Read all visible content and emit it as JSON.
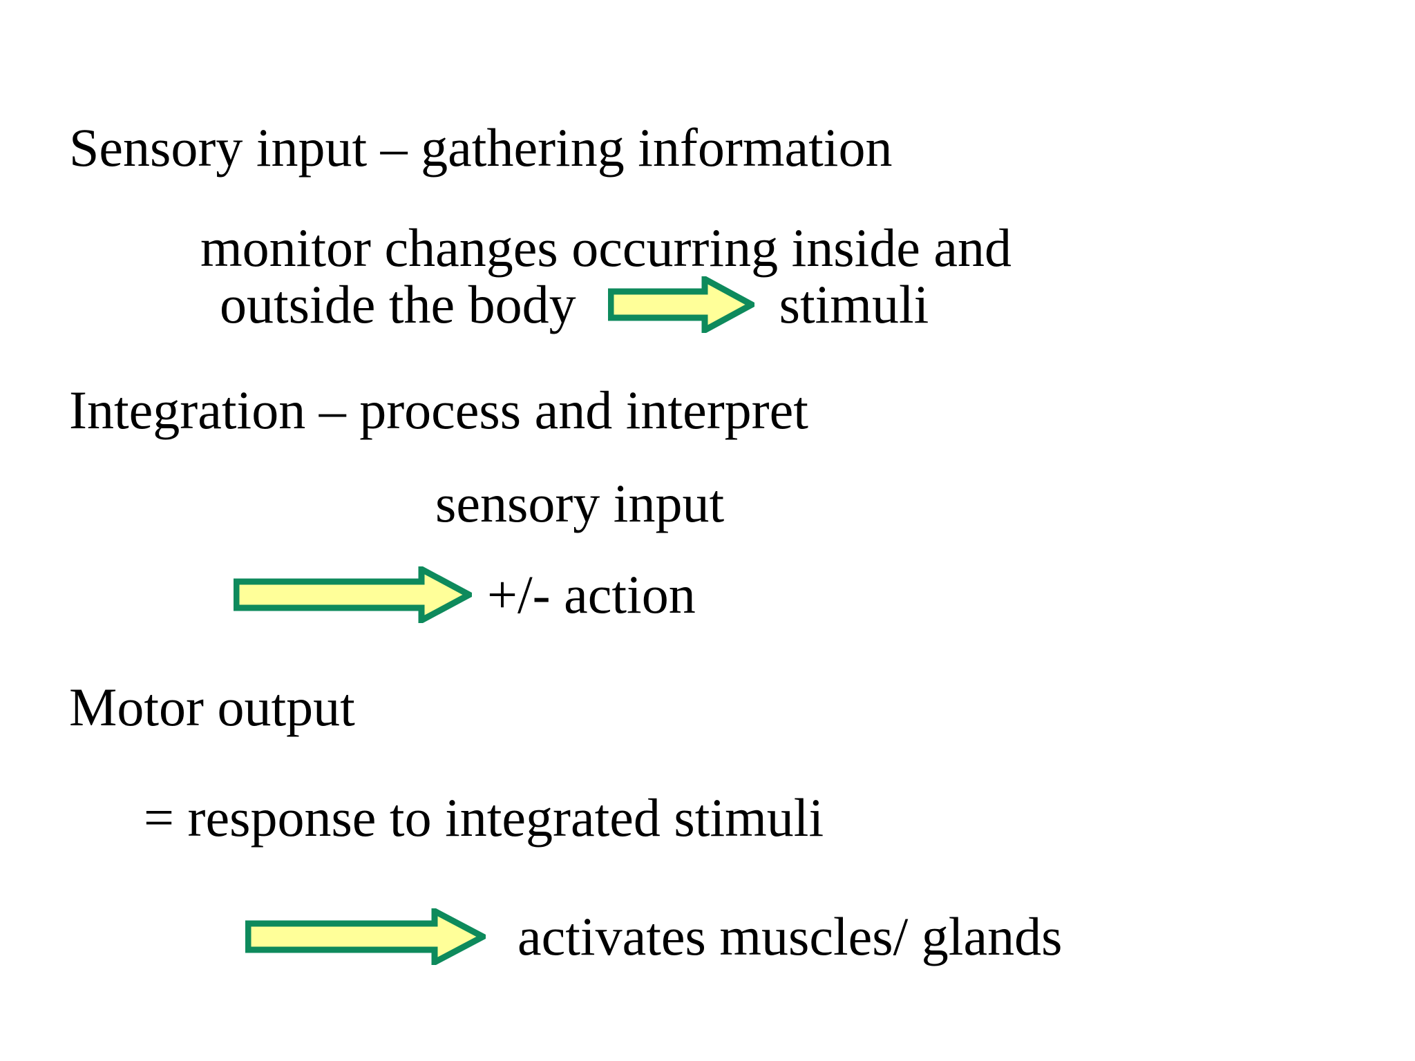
{
  "slide": {
    "background_color": "#FFFFFF",
    "text_color": "#000000",
    "arrow_fill_color": "#FFFF99",
    "arrow_border_color": "#0E8A5C",
    "lines": {
      "sensory_input_heading": "Sensory input – gathering information",
      "monitor_changes": "monitor changes occurring inside and",
      "outside_body": "outside the body",
      "stimuli": "stimuli",
      "integration_heading": "Integration – process and interpret",
      "sensory_input_2": "sensory input",
      "plus_minus_action": "+/- action",
      "motor_output_heading": "Motor output",
      "response_to_stimuli": "= response to integrated stimuli",
      "activates_muscles_glands": "activates muscles/ glands"
    },
    "arrows": {
      "arrow_1_name": "right-block-arrow",
      "arrow_2_name": "right-block-arrow",
      "arrow_3_name": "right-block-arrow"
    }
  }
}
